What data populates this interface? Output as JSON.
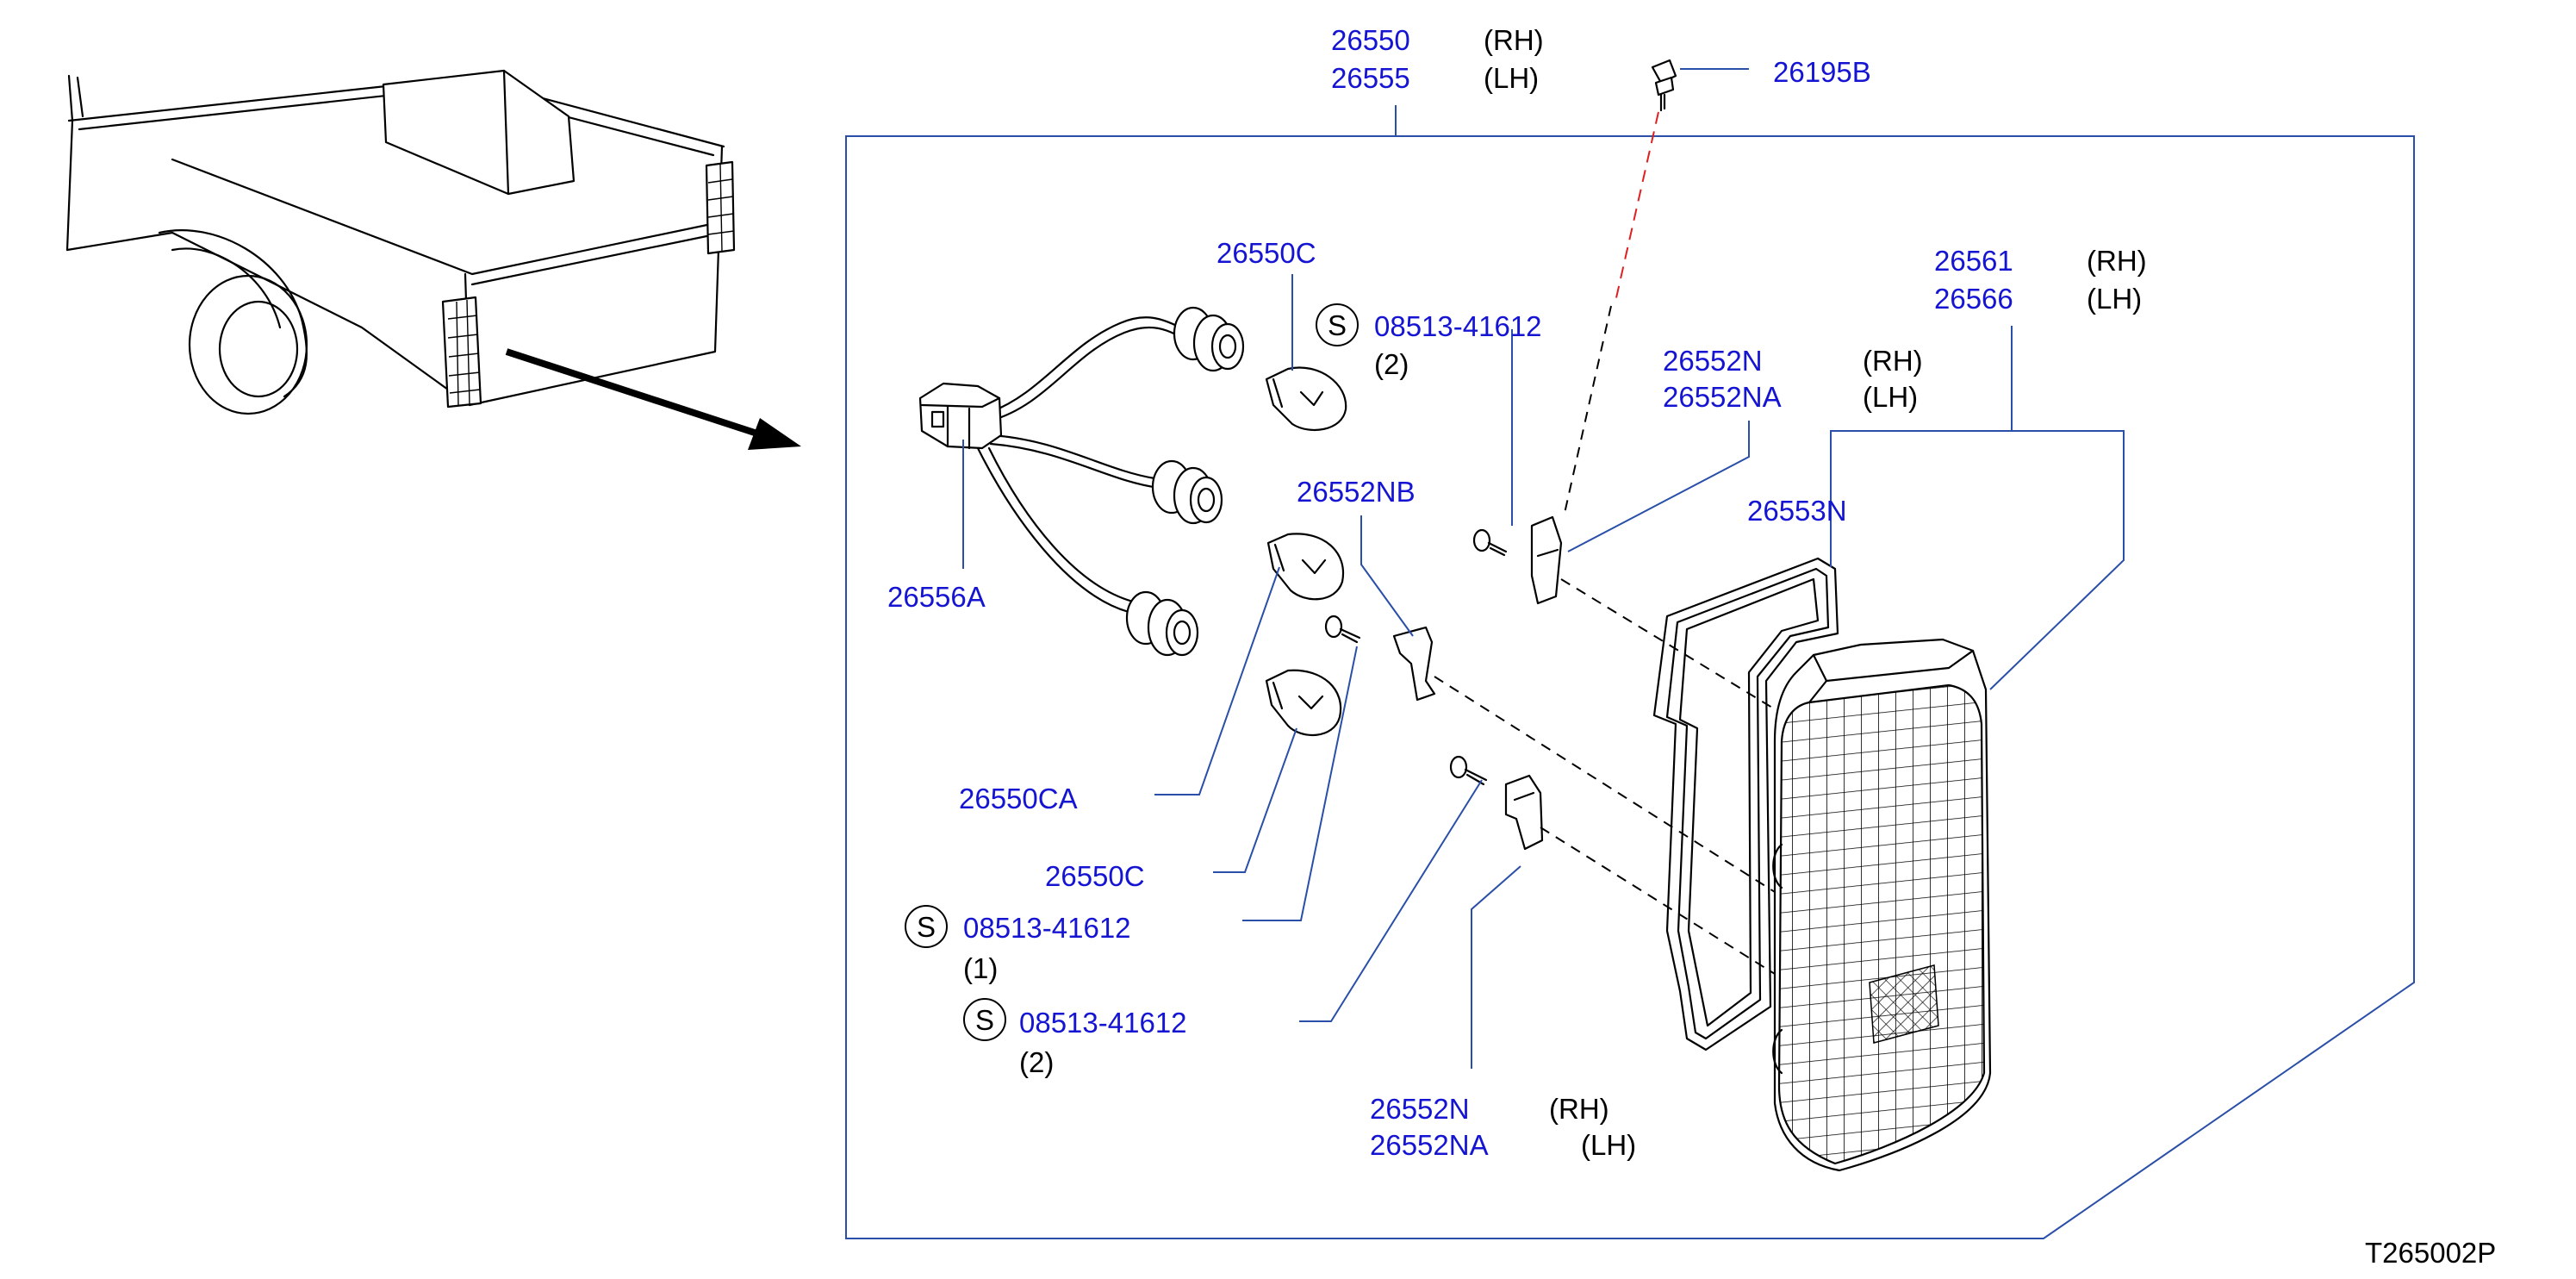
{
  "colors": {
    "part_number": "#1414d2",
    "leader_line": "#2a4fa8",
    "drawing": "#000000",
    "rh_lh": "#000000",
    "red_dash": "#e02020"
  },
  "labels": {
    "assy_rh_pn": "26550",
    "assy_rh_side": "(RH)",
    "assy_lh_pn": "26555",
    "assy_lh_side": "(LH)",
    "screw_top": "26195B",
    "socket_bulb_top": "26550C",
    "screw_s_top_pn": "08513-41612",
    "screw_s_top_qty": "(2)",
    "lens_rh_pn": "26561",
    "lens_rh_side": "(RH)",
    "lens_lh_pn": "26566",
    "lens_lh_side": "(LH)",
    "bracket_top_rh_pn": "26552N",
    "bracket_top_rh_side": "(RH)",
    "bracket_top_lh_pn": "26552NA",
    "bracket_top_lh_side": "(LH)",
    "bracket_mid": "26552NB",
    "gasket": "26553N",
    "harness": "26556A",
    "bulb_ca": "26550CA",
    "bulb_c_lower": "26550C",
    "screw_s1_pn": "08513-41612",
    "screw_s1_qty": "(1)",
    "screw_s2_pn": "08513-41612",
    "screw_s2_qty": "(2)",
    "bracket_bot_rh_pn": "26552N",
    "bracket_bot_rh_side": "(RH)",
    "bracket_bot_lh_pn": "26552NA",
    "bracket_bot_lh_side": "(LH)",
    "s_symbol": "S",
    "figure_code": "T265002P"
  }
}
